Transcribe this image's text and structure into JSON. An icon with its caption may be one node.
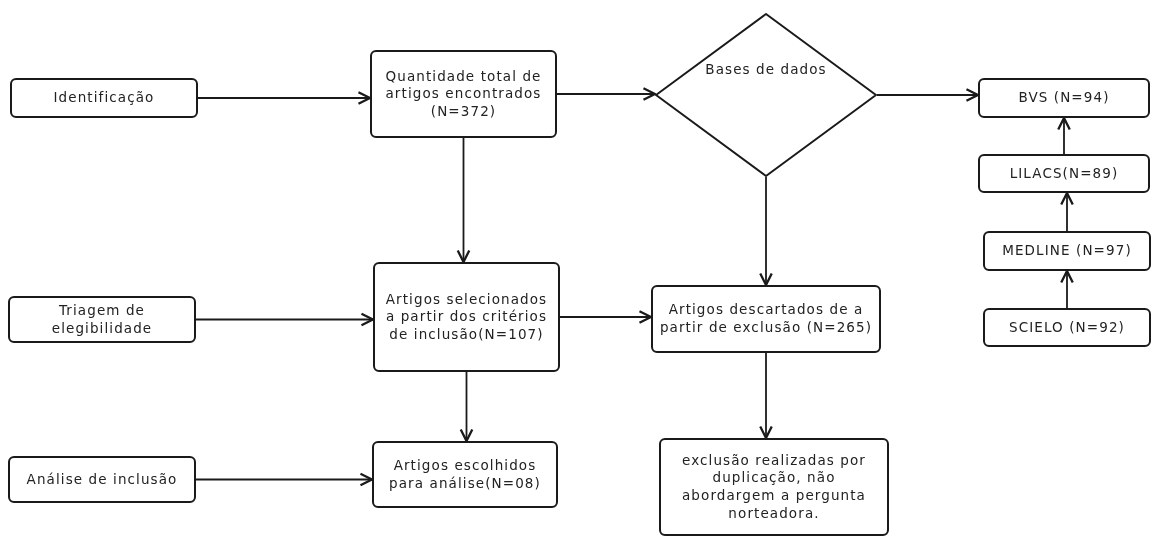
{
  "diagram": {
    "nodes": [
      {
        "text": [
          "Identificação"
        ]
      },
      {
        "text": [
          "Quantidade total de artigos encontrados (N=372)"
        ]
      },
      {
        "text": [
          "Bases de dados"
        ]
      },
      {
        "text": [
          "BVS (N=94)"
        ]
      },
      {
        "text": [
          "LILACS(N=89)"
        ]
      },
      {
        "text": [
          "MEDLINE (N=97)"
        ]
      },
      {
        "text": [
          "SCIELO (N=92)"
        ]
      },
      {
        "text": [
          "Triagem de elegibilidade"
        ]
      },
      {
        "text": [
          "Artigos selecionados a partir dos critérios de inclusão(N=107)"
        ]
      },
      {
        "text": [
          "Artigos descartados de a partir de exclusão (N=265)"
        ]
      },
      {
        "text": [
          "Análise de inclusão"
        ]
      },
      {
        "text": [
          "Artigos escolhidos para análise(N=08)"
        ]
      },
      {
        "text": [
          "exclusão realizadas por duplicação, não abordargem a pergunta norteadora."
        ]
      }
    ],
    "edges": [
      {
        "from": 0,
        "to": 1,
        "arrow": "to"
      },
      {
        "from": 1,
        "to": 2,
        "arrow": "to"
      },
      {
        "from": 2,
        "to": 3,
        "arrow": "to"
      },
      {
        "from": 4,
        "to": 3,
        "arrow": "to"
      },
      {
        "from": 5,
        "to": 4,
        "arrow": "to"
      },
      {
        "from": 6,
        "to": 5,
        "arrow": "to"
      },
      {
        "from": 1,
        "to": 8,
        "arrow": "to"
      },
      {
        "from": 2,
        "to": 9,
        "arrow": "to"
      },
      {
        "from": 7,
        "to": 8,
        "arrow": "to"
      },
      {
        "from": 8,
        "to": 9,
        "arrow": "to"
      },
      {
        "from": 8,
        "to": 11,
        "arrow": "to"
      },
      {
        "from": 10,
        "to": 11,
        "arrow": "to"
      },
      {
        "from": 9,
        "to": 12,
        "arrow": "to"
      }
    ]
  }
}
